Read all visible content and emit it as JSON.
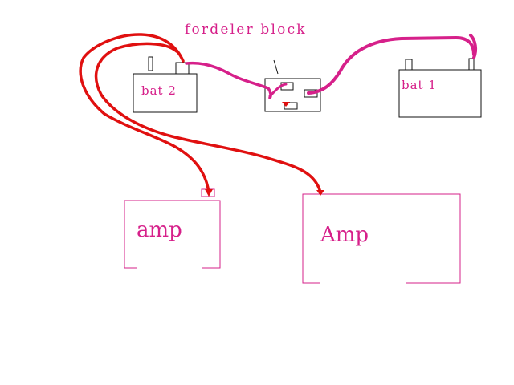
{
  "labels": {
    "title": "fordeler block",
    "bat2": "bat 2",
    "bat1": "bat 1",
    "amp_small": "amp",
    "amp_large": "Amp"
  },
  "colors": {
    "outline": "#111111",
    "amp_outline": "#d6208a",
    "wire_red": "#e01010",
    "wire_magenta": "#d6208a",
    "text": "#d6208a"
  }
}
